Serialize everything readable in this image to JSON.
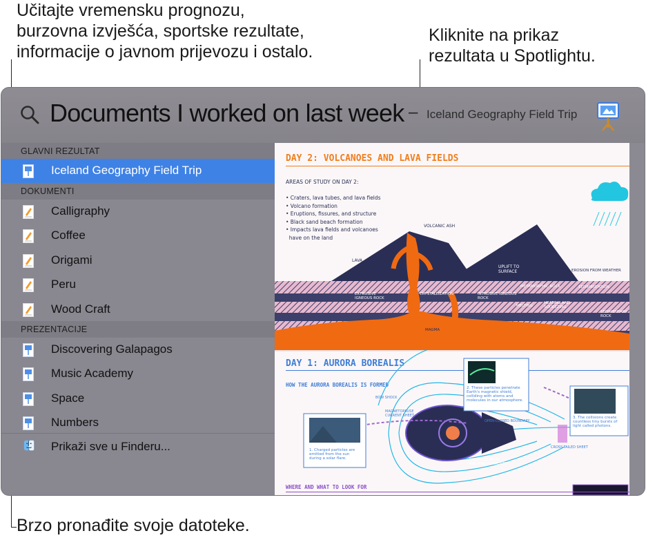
{
  "callouts": {
    "top_left": [
      "Učitajte vremensku prognozu,",
      "burzovna izvješća, sportske rezultate,",
      "informacije o javnom prijevozu i ostalo."
    ],
    "top_right": [
      "Kliknite na prikaz",
      "rezultata u Spotlightu."
    ],
    "bottom": "Brzo pronađite svoje datoteke."
  },
  "search": {
    "query": "Documents I worked on last week",
    "dash": "–",
    "hint": "Iceland Geography Field Trip"
  },
  "sections": {
    "top_hit": "GLAVNI REZULTAT",
    "documents": "DOKUMENTI",
    "presentations": "PREZENTACIJE"
  },
  "top_hit": {
    "label": "Iceland Geography Field Trip",
    "icon": "keynote-doc-icon"
  },
  "documents": [
    {
      "label": "Calligraphy"
    },
    {
      "label": "Coffee"
    },
    {
      "label": "Origami"
    },
    {
      "label": "Peru"
    },
    {
      "label": "Wood Craft"
    }
  ],
  "presentations": [
    {
      "label": "Discovering Galapagos"
    },
    {
      "label": "Music Academy"
    },
    {
      "label": "Space"
    },
    {
      "label": "Numbers"
    }
  ],
  "finder": {
    "label": "Prikaži sve u Finderu...",
    "icon": "finder-icon"
  },
  "preview": {
    "day2_title": "DAY 2: VOLCANOES AND LAVA FIELDS",
    "areas_title": "AREAS OF STUDY ON DAY 2:",
    "bullets": [
      "• Craters, lava tubes, and lava fields",
      "• Volcano formation",
      "• Eruptions, fissures, and structure",
      "• Black sand beach formation",
      "• Impacts lava fields and volcanoes",
      "  have on the land"
    ],
    "labels": {
      "ash": "VOLCANIC ASH",
      "lava": "LAVA",
      "uplift": "UPLIFT TO\nSURFACE",
      "erosion": "EROSION FROM WEATHER",
      "metamorphic": "METAMORPHIC ROCK",
      "sedimentation": "SEDIMENTATION",
      "extrusive": "EXTRUSIVE\nIGNEOUS ROCK",
      "crystallization": "CRYSTALLIZATION",
      "intrusive": "INTRUSIVE IGNEOUS\nROCK",
      "melting": "MELTING",
      "heating": "HEATING AND\nSQUEEZING",
      "sedimentary": "SEDIMENTARY\nROCK",
      "magma": "MAGMA"
    },
    "day1_title": "DAY 1: AURORA BOREALIS",
    "how_title": "HOW THE AURORA BOREALIS IS FORMED",
    "where_title": "WHERE AND WHAT TO LOOK FOR",
    "aurora_labels": {
      "bow": "BOW SHOCK",
      "magnetopause": "MAGNETOPAUSE\nCURRENT SHEET",
      "open_closed": "OPEN-CLOSED BOUNDARY",
      "cross_tailed": "CROSS-TAILED SHEET",
      "belts": "RADIATION BELTS\nAND RING CURRENTS",
      "step1": "1. Charged particles are\nemitted from the sun\nduring a solar flare.",
      "step2": "2. These particles penetrate\nEarth's magnetic shield,\ncolliding with atoms and\nmolecules in our atmosphere.",
      "step3": "3. The collisions create\ncountless tiny bursts of\nlight called photons."
    }
  },
  "colors": {
    "selection": "#3f82e6",
    "accent_orange": "#f07e1d",
    "accent_blue": "#3f7ed6",
    "navy": "#2a2e55"
  }
}
